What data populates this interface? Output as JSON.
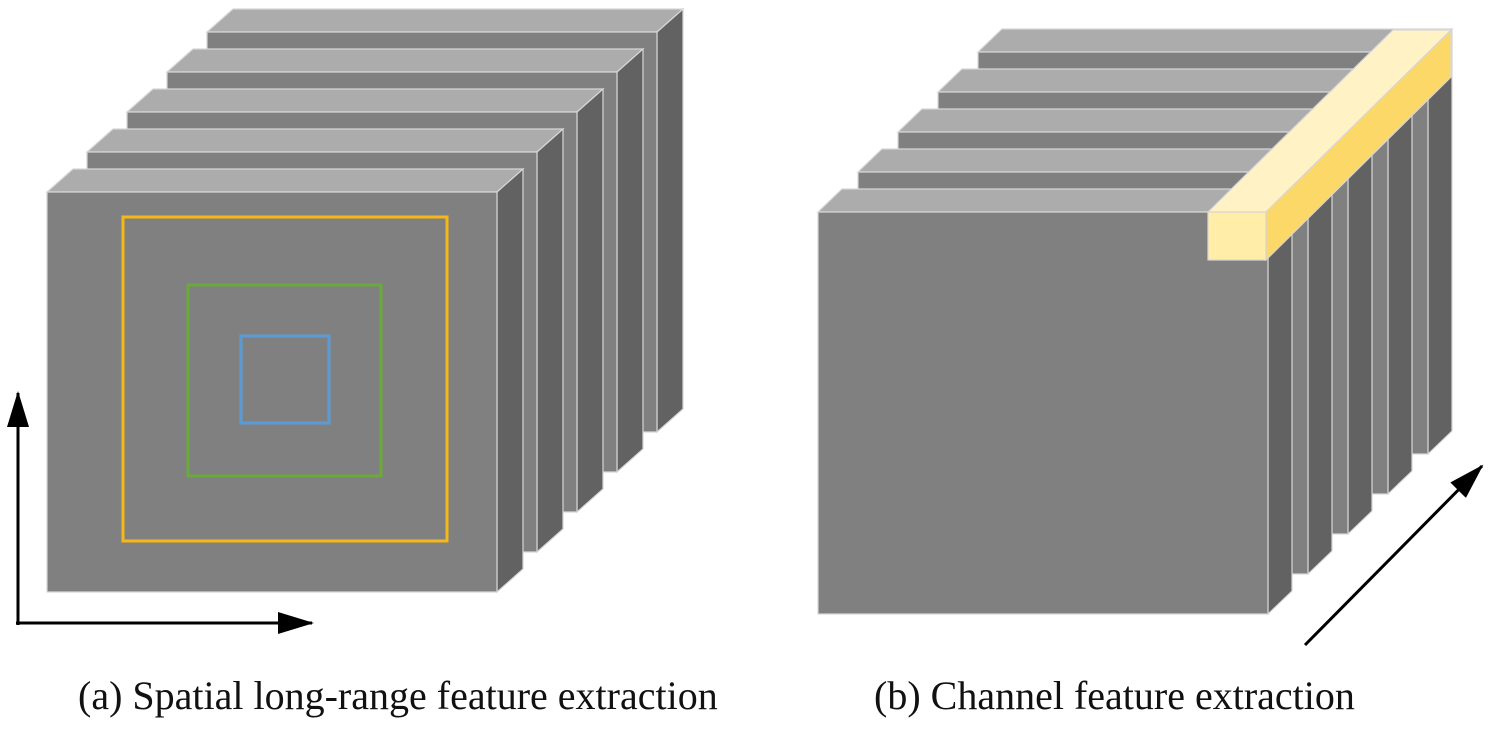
{
  "captions": {
    "a": "(a) Spatial long-range feature extraction",
    "b": "(b) Channel feature extraction"
  },
  "colors": {
    "face": "#808080",
    "top": "#acacac",
    "side": "#626262",
    "edge": "#d6d6d6",
    "outer_box": "#f5b819",
    "middle_box": "#6aaa3a",
    "inner_box": "#5b9bd5",
    "highlight_top": "#fff3c6",
    "highlight_front": "#ffeda8",
    "highlight_side": "#fbd868",
    "arrow": "#000000"
  },
  "panels": {
    "a": {
      "channel_count": 5,
      "receptive_fields": [
        "outer",
        "middle",
        "inner"
      ]
    },
    "b": {
      "channel_count": 5,
      "highlight": "channel-slice"
    }
  }
}
